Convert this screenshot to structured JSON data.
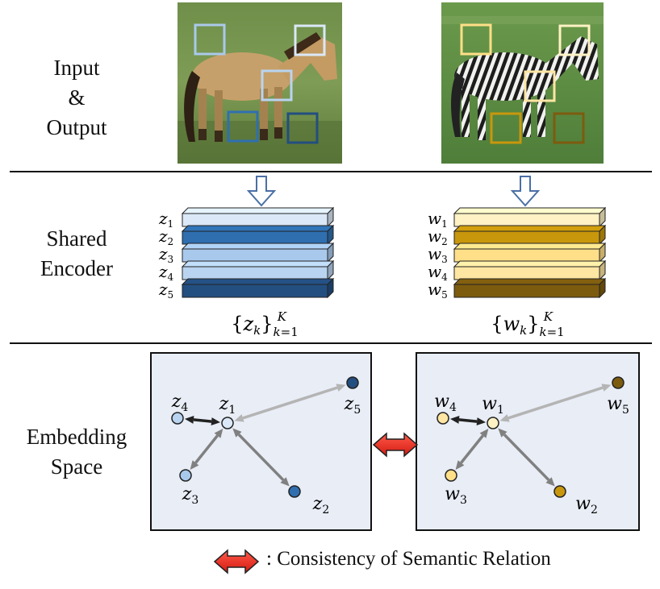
{
  "rows": {
    "input_output": [
      "Input",
      "&",
      "Output"
    ],
    "shared_encoder": [
      "Shared",
      "Encoder"
    ],
    "embedding_space": [
      "Embedding",
      "Space"
    ]
  },
  "features": {
    "z": {
      "set_label": "{z_k}_{k=1}^K",
      "base": "z",
      "items": [
        {
          "label": "z1",
          "color": "#dbe8f7"
        },
        {
          "label": "z2",
          "color": "#2f6fb0"
        },
        {
          "label": "z3",
          "color": "#a9c9ec"
        },
        {
          "label": "z4",
          "color": "#b9d4f0"
        },
        {
          "label": "z5",
          "color": "#234e80"
        }
      ]
    },
    "w": {
      "set_label": "{w_k}_{k=1}^K",
      "base": "w",
      "items": [
        {
          "label": "w1",
          "color": "#fff2c4"
        },
        {
          "label": "w2",
          "color": "#c8970c"
        },
        {
          "label": "w3",
          "color": "#ffdf88"
        },
        {
          "label": "w4",
          "color": "#ffe6a3"
        },
        {
          "label": "w5",
          "color": "#7d5b0e"
        }
      ]
    }
  },
  "legend": {
    "text": ": Consistency of Semantic Relation",
    "color": "#e8211a"
  },
  "colors": {
    "panel_bg": "#e8edf6",
    "arrow_dark": "#222222",
    "arrow_mid": "#808080",
    "arrow_light": "#b4b4b4",
    "down_arrow": "#4a6fa5"
  }
}
